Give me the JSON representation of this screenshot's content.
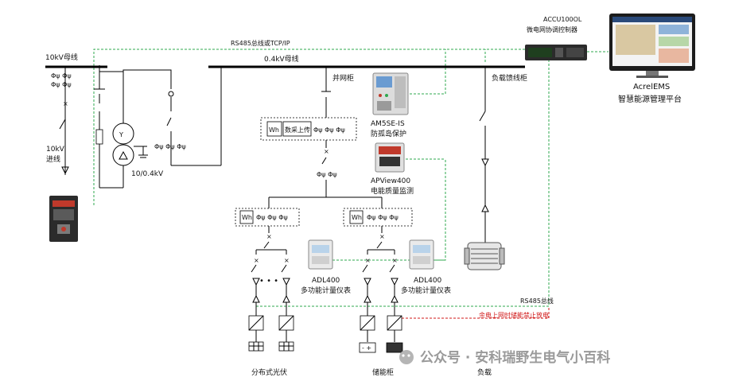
{
  "labels": {
    "bus_10kv": "10kV母线",
    "bus_04kv": "0.4kV母线",
    "rs485_tcp": "RS485总线或TCP/IP",
    "incoming_10kv_a": "10kV",
    "incoming_10kv_b": "进线",
    "transformer": "10/0.4kV",
    "grid_cabinet": "并网柜",
    "load_feeder": "负载馈线柜",
    "accu_model": "ACCU100OL",
    "accu_name": "微电网协调控制器",
    "ems_model": "AcrelEMS",
    "ems_name": "智慧能源管理平台",
    "am5se_model": "AM5SE-IS",
    "am5se_name": "防孤岛保护",
    "apview_model": "APView400",
    "apview_name": "电能质量监测",
    "upload": "数采上传",
    "adl_model": "ADL400",
    "adl_name": "多功能计量仪表",
    "rs485_bus": "RS485总线",
    "warning": "余电上网时储能禁止放电",
    "pv": "分布式光伏",
    "storage": "储能柜",
    "load": "负载",
    "meter_symbol": "Wh",
    "ct_symbol": "Φψ Φψ Φψ",
    "ct_symbol2": "Φψ Φψ",
    "dots": "• • •",
    "watermark": "公众号 · 安科瑞野生电气小百科"
  },
  "colors": {
    "bus": "#000000",
    "comm_line": "#2fa84f",
    "warning": "#d11a1a"
  }
}
